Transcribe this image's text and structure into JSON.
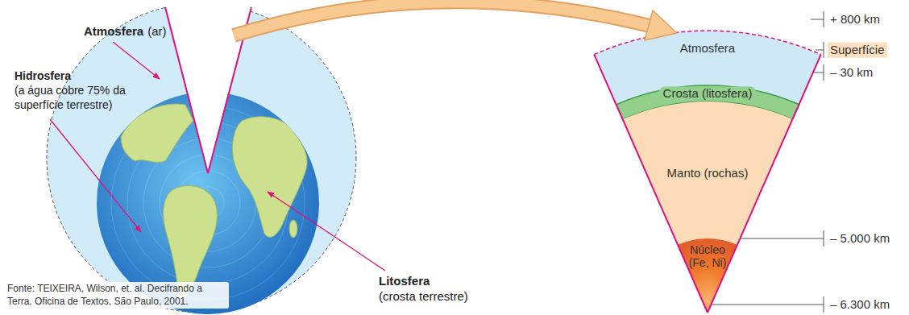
{
  "diagram": {
    "caption": "Fonte: TEIXEIRA, Wilson, et. al. Decifrando a Terra. Oficina de Textos, São Paulo, 2001.",
    "nodes": [
      {
        "text": [
          "Atmosfera"
        ]
      },
      {
        "text": [
          "Crosta (litosfera)"
        ]
      },
      {
        "text": [
          "Manto (rochas)"
        ]
      },
      {
        "text": [
          "Núcleo (Fe, Ni)"
        ]
      }
    ],
    "labels": [
      "Atmosfera",
      "(ar)",
      "Hidrosfera",
      "(a água cobre 75% da superfície terrestre)",
      "Litosfera",
      "(crosta terrestre)",
      "+ 800 km",
      "Superfície",
      "– 30 km",
      "– 5.000 km",
      "– 6.300 km"
    ]
  }
}
